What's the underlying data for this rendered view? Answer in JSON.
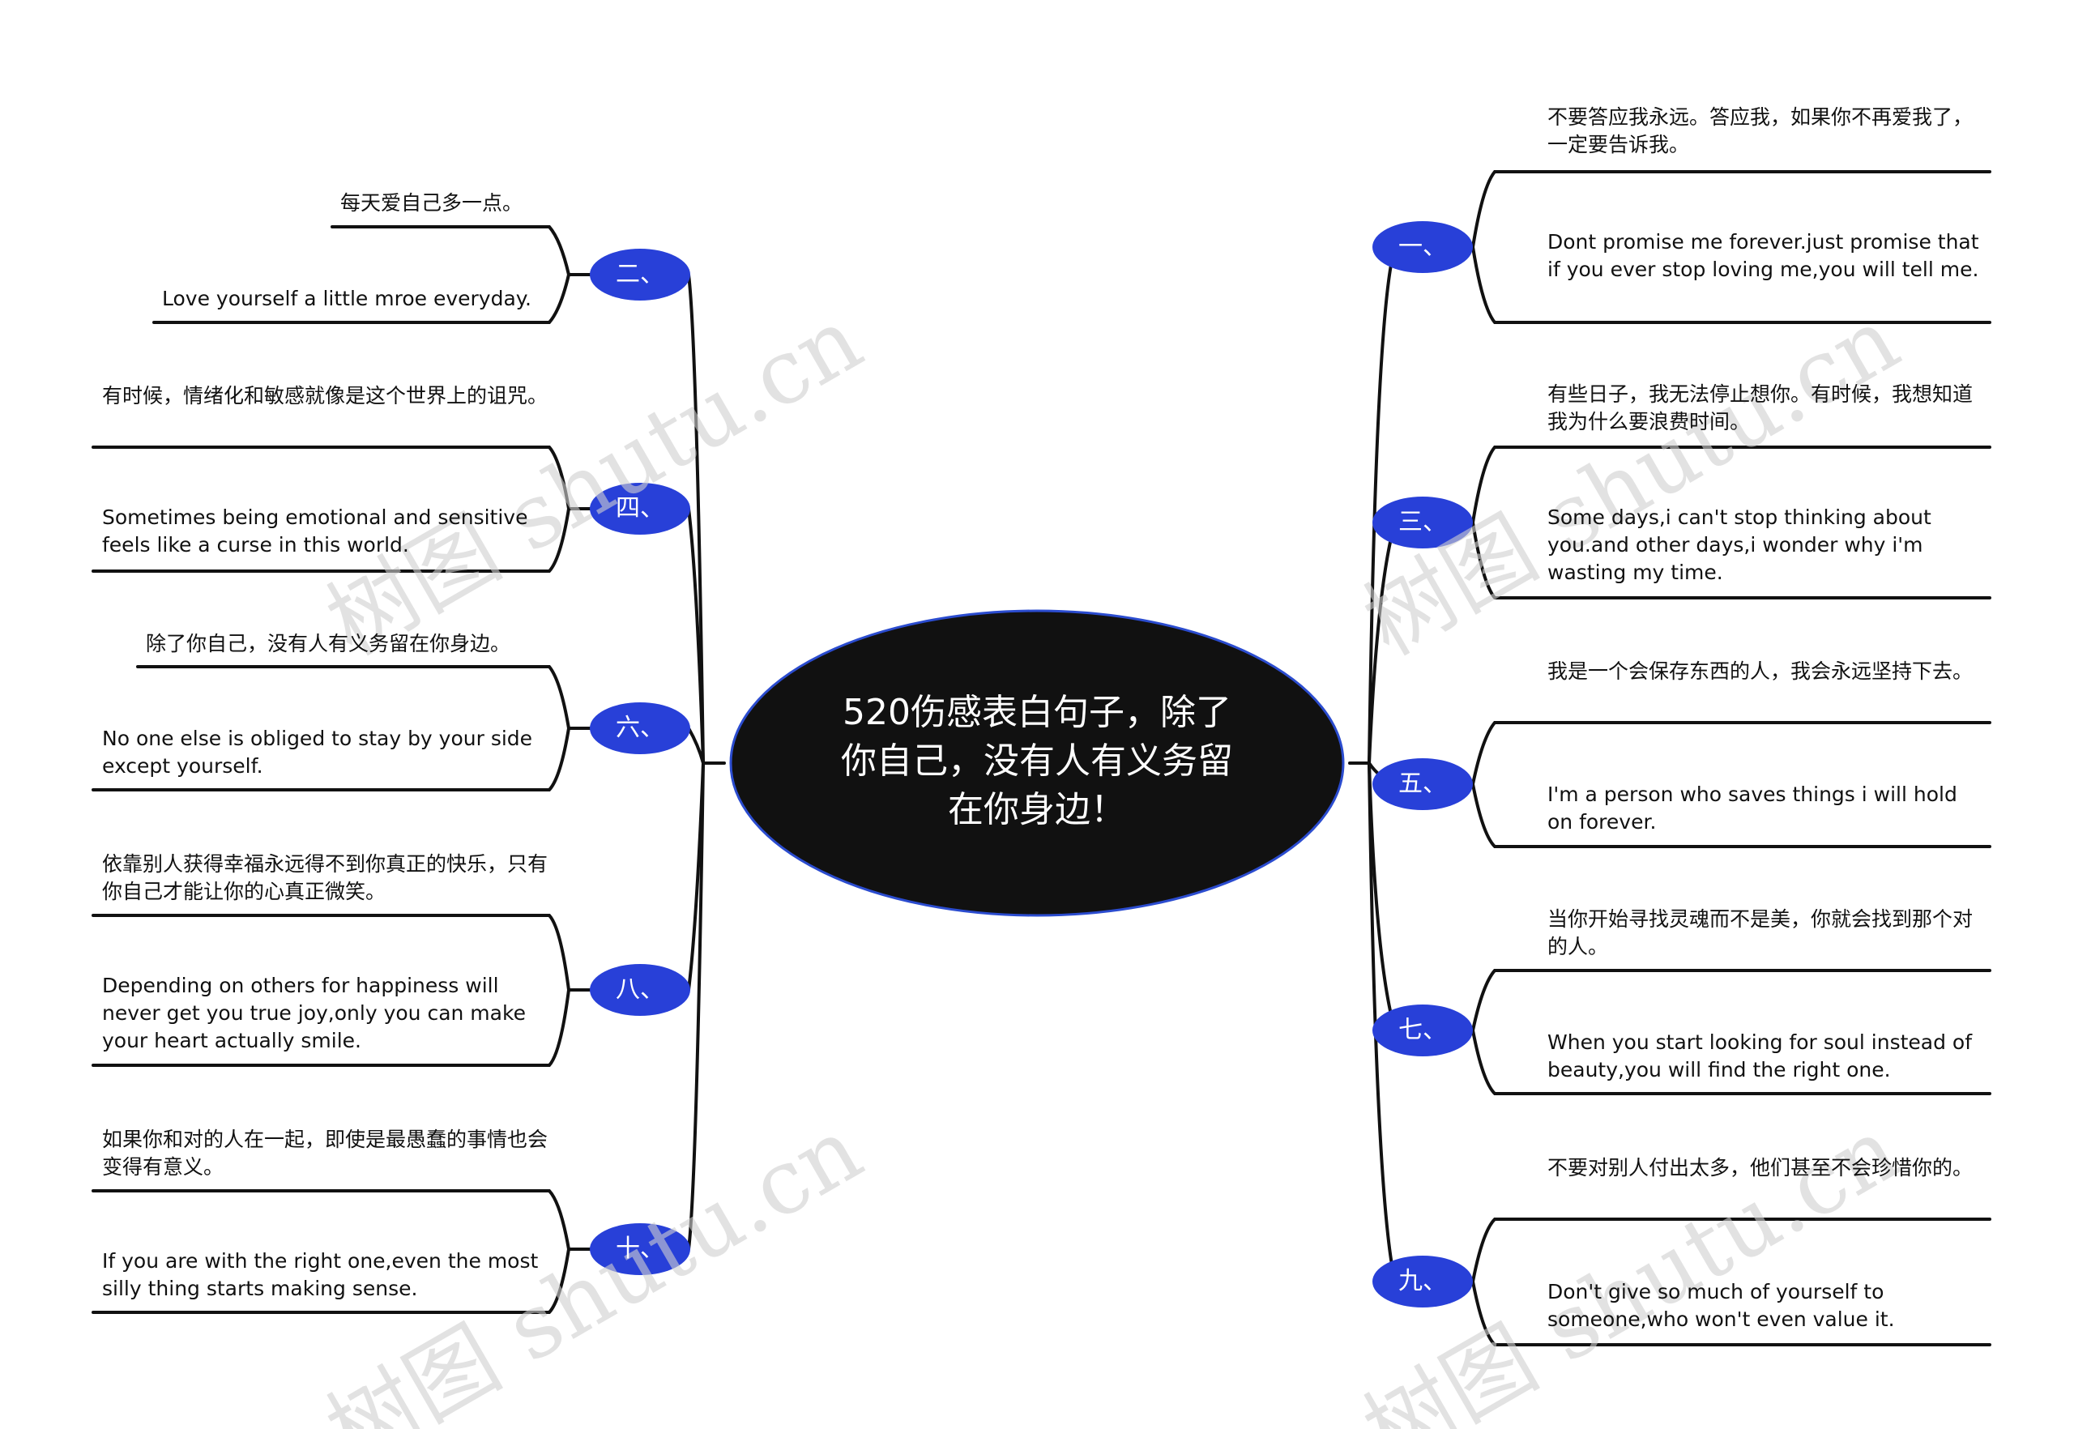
{
  "central_topic": "520伤感表白句子，除了你自己，没有人有义务留在你身边！",
  "branches": [
    {
      "label": "一、",
      "zh": "不要答应我永远。答应我，如果你不再爱我了，一定要告诉我。",
      "en": "Dont promise me forever.just promise that if you ever stop loving me,you   will tell me."
    },
    {
      "label": "二、",
      "zh": "每天爱自己多一点。",
      "en": "Love yourself a little mroe everyday."
    },
    {
      "label": "三、",
      "zh": "有些日子，我无法停止想你。有时候，我想知道我为什么要浪费时间。",
      "en": "Some days,i can't stop thinking about you.and other days,i wonder why i'm wasting my time."
    },
    {
      "label": "四、",
      "zh": "有时候，情绪化和敏感就像是这个世界上的诅咒。",
      "en": "Sometimes being emotional and sensitive  feels like a curse in this   world."
    },
    {
      "label": "五、",
      "zh": "我是一个会保存东西的人，我会永远坚持下去。",
      "en": "I'm a person who saves things i will hold on forever."
    },
    {
      "label": "六、",
      "zh": "除了你自己，没有人有义务留在你身边。",
      "en": "No one else is obliged to stay by your side except yourself."
    },
    {
      "label": "七、",
      "zh": "当你开始寻找灵魂而不是美，你就会找到那个对的人。",
      "en": "When you start looking for soul instead of beauty,you will find the right   one."
    },
    {
      "label": "八、",
      "zh": "依靠别人获得幸福永远得不到你真正的快乐，只有你自己才能让你的心真正微笑。",
      "en": "Depending on others for happiness will never get you true joy,only you can make your heart actually smile."
    },
    {
      "label": "九、",
      "zh": "不要对别人付出太多，他们甚至不会珍惜你的。",
      "en": "Don't give so much of yourself to someone,who won't even value it."
    },
    {
      "label": "十、",
      "zh": "如果你和对的人在一起，即使是最愚蠢的事情也会变得有意义。",
      "en": "If you are with the right one,even the most silly thing starts making   sense."
    }
  ],
  "watermark": "树图 shutu.cn",
  "colors": {
    "central_fill": "#111111",
    "central_text": "#ffffff",
    "node_fill": "#2840d8",
    "node_text": "#ffffff",
    "line": "#111111"
  }
}
